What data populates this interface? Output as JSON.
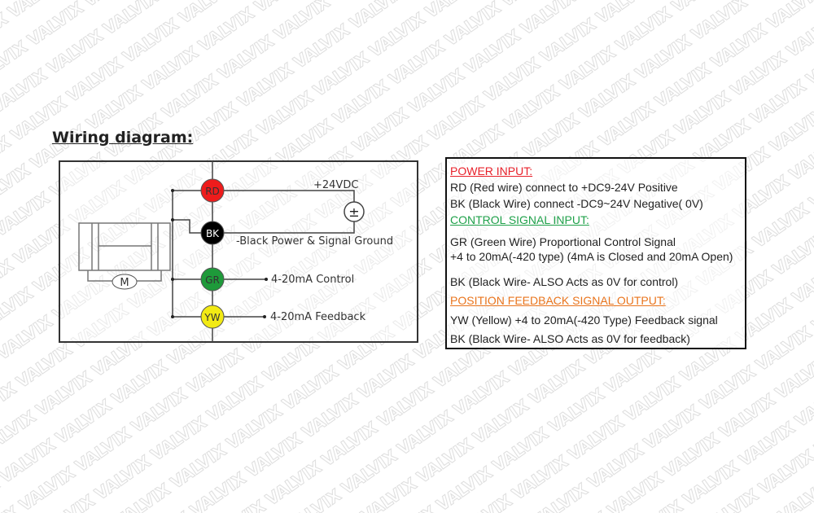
{
  "watermark": "VALVIX",
  "title": "Wiring diagram:",
  "diagram": {
    "terminals": [
      {
        "code": "RD",
        "color": "#ee1c1c"
      },
      {
        "code": "BK",
        "color": "#000000"
      },
      {
        "code": "GR",
        "color": "#1e9a3a"
      },
      {
        "code": "YW",
        "color": "#f2ea14"
      }
    ],
    "supply_label": "+24VDC",
    "supply_symbol": "±",
    "ground_label": "-Black Power & Signal Ground",
    "control_label": "4-20mA Control",
    "feedback_label": "4-20mA Feedback",
    "motor_label": "M"
  },
  "info": {
    "power_heading": "POWER INPUT:",
    "power_lines": [
      "RD (Red wire) connect to +DC9-24V Positive",
      "BK (Black Wire) connect -DC9~24V Negative( 0V)"
    ],
    "control_heading": "CONTROL SIGNAL INPUT:",
    "control_lines": [
      "GR (Green Wire) Proportional Control Signal",
      "+4 to 20mA(-420 type) (4mA is Closed and 20mA Open)",
      "BK (Black Wire- ALSO Acts as 0V for control)"
    ],
    "feedback_heading": "POSITION FEEDBACK SIGNAL OUTPUT:",
    "feedback_lines": [
      "YW (Yellow)  +4 to 20mA(-420 Type) Feedback signal",
      "BK (Black Wire- ALSO Acts as 0V for feedback)"
    ],
    "colors": {
      "power": "#e8202a",
      "control": "#1fa14a",
      "feedback": "#e9741c"
    }
  }
}
